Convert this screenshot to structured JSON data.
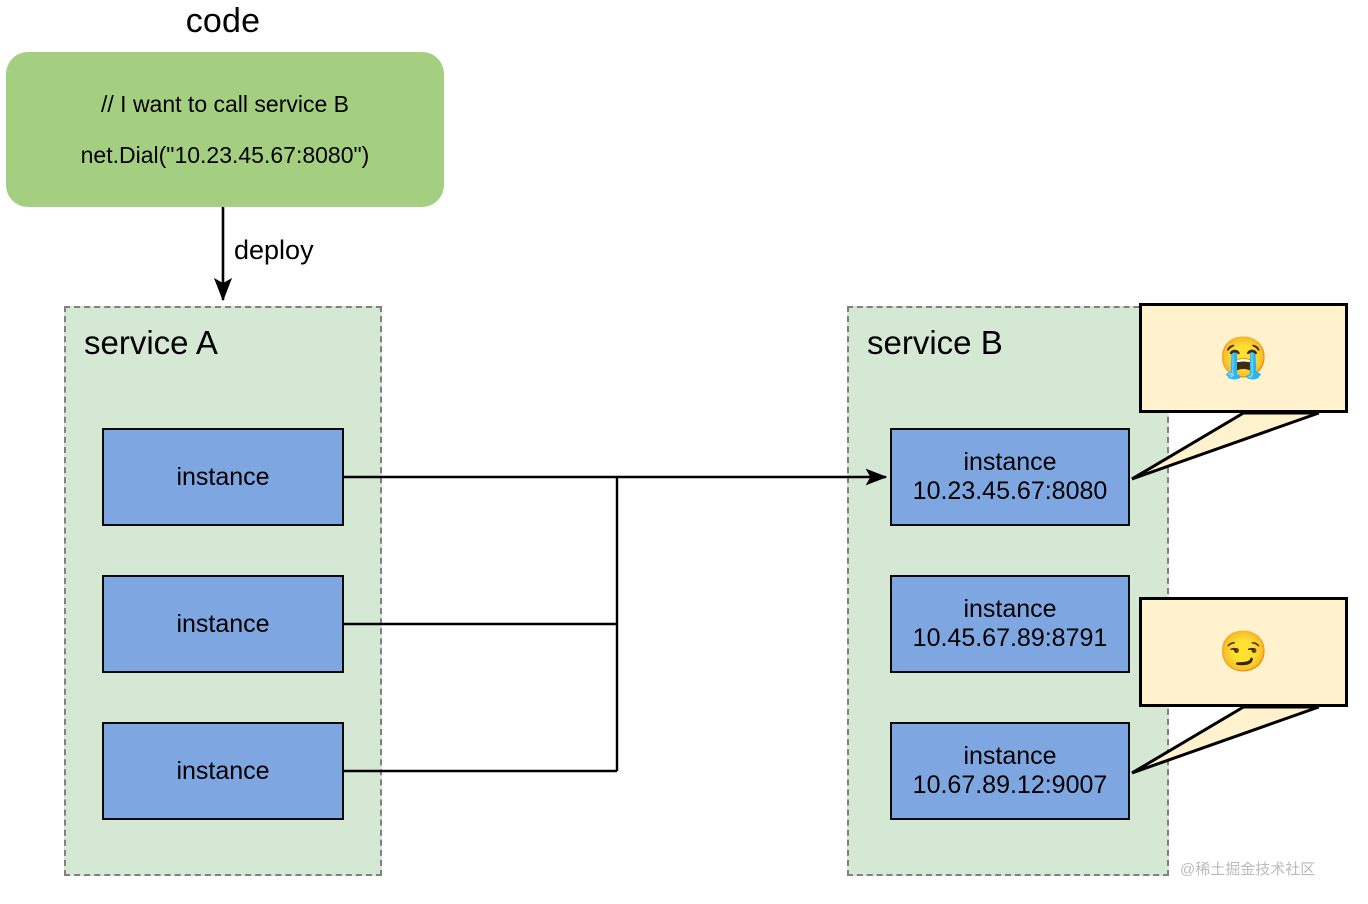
{
  "diagram": {
    "title": "code",
    "code_block": {
      "lines": [
        "// I want to call service B",
        "net.Dial(\"10.23.45.67:8080\")"
      ],
      "fill": "#A4CE80"
    },
    "deploy_arrow_label": "deploy",
    "services": [
      {
        "id": "service-a",
        "title": "service A",
        "fill": "#D5E8D4",
        "border": "#808080",
        "instances": [
          {
            "name": "instance",
            "address": ""
          },
          {
            "name": "instance",
            "address": ""
          },
          {
            "name": "instance",
            "address": ""
          }
        ]
      },
      {
        "id": "service-b",
        "title": "service B",
        "fill": "#D5E8D4",
        "border": "#808080",
        "instances": [
          {
            "name": "instance",
            "address": "10.23.45.67:8080"
          },
          {
            "name": "instance",
            "address": "10.45.67.89:8791"
          },
          {
            "name": "instance",
            "address": "10.67.89.12:9007"
          }
        ]
      }
    ],
    "instance_fill": "#7EA6E0",
    "bubbles": [
      {
        "emoji": "😭",
        "icon_name": "loudly-crying-face-emoji",
        "fill": "#FFF2CC",
        "target": "service-b instance 10.23.45.67:8080"
      },
      {
        "emoji": "😏",
        "icon_name": "smirking-face-emoji",
        "fill": "#FFF2CC",
        "target": "service-b instance 10.67.89.12:9007"
      }
    ],
    "watermark": "@稀土掘金技术社区"
  }
}
